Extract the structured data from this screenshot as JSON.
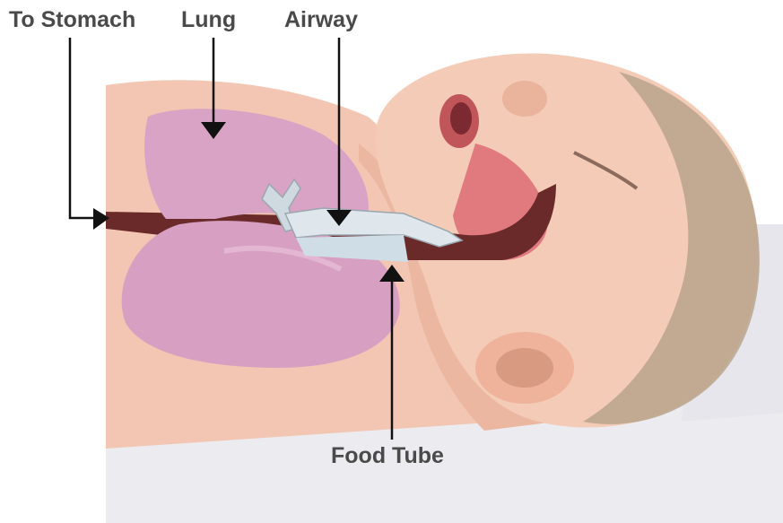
{
  "labels": {
    "to_stomach": "To Stomach",
    "lung": "Lung",
    "airway": "Airway",
    "food_tube": "Food Tube"
  },
  "colors": {
    "skin": "#f2c6b2",
    "skin_shadow": "#e6a98f",
    "lung": "#d9a3c6",
    "airway": "#dfe7ec",
    "food_tube": "#6b2a2a",
    "hair": "#b9a48c",
    "blanket": "#e9e9ee",
    "label_text": "#4a4a4a",
    "pointer": "#111111"
  }
}
